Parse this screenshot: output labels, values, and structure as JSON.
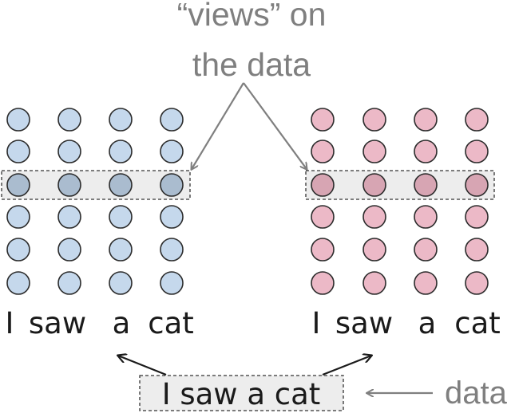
{
  "annotation": {
    "line1": "“views” on",
    "line2": "the data"
  },
  "left_view": {
    "words": [
      "I",
      "saw",
      "a",
      "cat"
    ],
    "dot_color": "#c5d8ec",
    "highlight_dot_color": "#aabccf",
    "rows": 6,
    "cols": 4,
    "highlighted_row": 3
  },
  "right_view": {
    "words": [
      "I",
      "saw",
      "a",
      "cat"
    ],
    "dot_color": "#ecb9c7",
    "highlight_dot_color": "#d7a5b3",
    "rows": 6,
    "cols": 4,
    "highlighted_row": 3
  },
  "data_box": {
    "text": "I saw a cat"
  },
  "data_label": "data",
  "colors": {
    "annotation_gray": "#7f7f7f",
    "arrow_gray": "#7f7f7f",
    "dot_stroke": "#2b2b2b",
    "highlight_band": "#ededed",
    "text_dark": "#1a1a1a"
  }
}
